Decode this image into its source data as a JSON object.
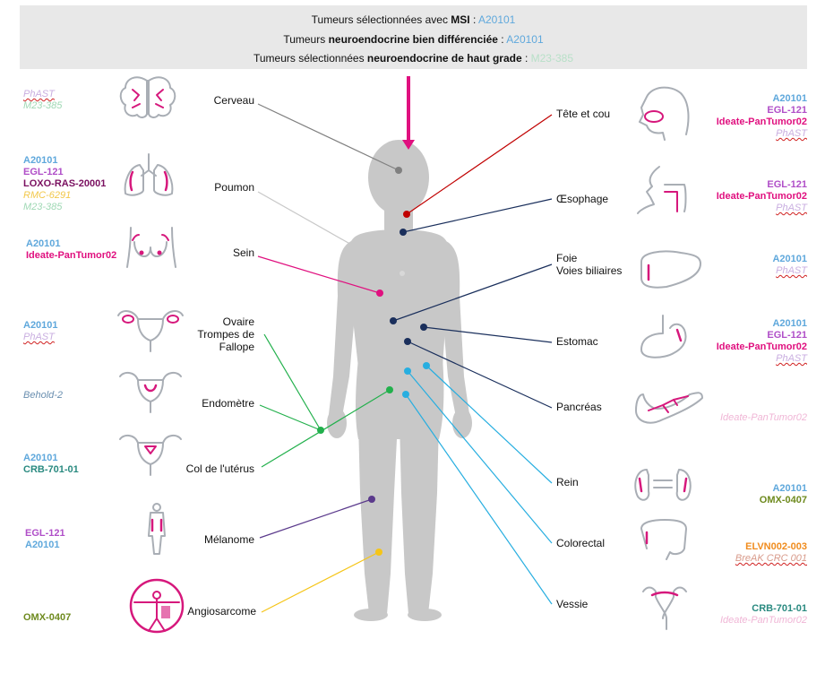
{
  "header": {
    "line1_pre": "Tumeurs sélectionnées avec ",
    "line1_bold": "MSI",
    "line1_sep": " : ",
    "line1_value": "A20101",
    "line2_pre": "Tumeurs ",
    "line2_bold": "neuroendocrine bien différenciée",
    "line2_sep": " : ",
    "line2_value": "A20101",
    "line3_pre": "Tumeurs sélectionnées ",
    "line3_bold": "neuroendocrine de haut grade",
    "line3_sep": " : ",
    "line3_value": "M23-385"
  },
  "colors": {
    "arrow": "#e0107f",
    "body": "#c8c8c8",
    "organ_line": "#a9aeb5",
    "organ_accent": "#d6187c"
  },
  "left_labels": {
    "cerveau": "Cerveau",
    "poumon": "Poumon",
    "sein": "Sein",
    "ovaire": [
      "Ovaire",
      "Trompes de",
      "Fallope"
    ],
    "endometre": "Endomètre",
    "col": "Col de l'utérus",
    "melanome": "Mélanome",
    "angiosarcome": "Angiosarcome"
  },
  "right_labels": {
    "tete": "Tête et cou",
    "oesophage": "Œsophage",
    "foie": [
      "Foie",
      "Voies biliaires"
    ],
    "estomac": "Estomac",
    "pancreas": "Pancréas",
    "rein": "Rein",
    "colorectal": "Colorectal",
    "vessie": "Vessie"
  },
  "left_lists": {
    "cerveau": [
      {
        "text": "PhAST",
        "color": "#c9aee0",
        "style": "i u"
      },
      {
        "text": "M23-385",
        "color": "#9fd8b4",
        "style": "i"
      }
    ],
    "poumon": [
      {
        "text": "A20101",
        "color": "#5fa8dc",
        "style": "b"
      },
      {
        "text": "EGL-121",
        "color": "#b04fc8",
        "style": "b"
      },
      {
        "text": "LOXO-RAS-20001",
        "color": "#7a1060",
        "style": "b"
      },
      {
        "text": "RMC-6291",
        "color": "#f2c84a",
        "style": "i"
      },
      {
        "text": "M23-385",
        "color": "#9fd8b4",
        "style": "i"
      }
    ],
    "sein": [
      {
        "text": "A20101",
        "color": "#5fa8dc",
        "style": "b"
      },
      {
        "text": "Ideate-PanTumor02",
        "color": "#e0107f",
        "style": "b"
      }
    ],
    "ovaire": [
      {
        "text": "A20101",
        "color": "#5fa8dc",
        "style": "b"
      },
      {
        "text": "PhAST",
        "color": "#c9aee0",
        "style": "i u"
      }
    ],
    "endometre": [
      {
        "text": "Behold-2",
        "color": "#6a8fb0",
        "style": "i"
      }
    ],
    "col": [
      {
        "text": "A20101",
        "color": "#5fa8dc",
        "style": "b"
      },
      {
        "text": "CRB-701-01",
        "color": "#2a8a80",
        "style": "b"
      }
    ],
    "melanome": [
      {
        "text": "EGL-121",
        "color": "#b04fc8",
        "style": "b"
      },
      {
        "text": "A20101",
        "color": "#5fa8dc",
        "style": "b"
      }
    ],
    "angiosarcome": [
      {
        "text": "OMX-0407",
        "color": "#6e8a1e",
        "style": "b"
      }
    ]
  },
  "right_lists": {
    "tete": [
      {
        "text": "A20101",
        "color": "#5fa8dc",
        "style": "b"
      },
      {
        "text": "EGL-121",
        "color": "#b04fc8",
        "style": "b"
      },
      {
        "text": "Ideate-PanTumor02",
        "color": "#e0107f",
        "style": "b"
      },
      {
        "text": "PhAST",
        "color": "#c9aee0",
        "style": "i u"
      }
    ],
    "oesophage": [
      {
        "text": "EGL-121",
        "color": "#b04fc8",
        "style": "b"
      },
      {
        "text": "Ideate-PanTumor02",
        "color": "#e0107f",
        "style": "b"
      },
      {
        "text": "PhAST",
        "color": "#c9aee0",
        "style": "i u"
      }
    ],
    "foie": [
      {
        "text": "A20101",
        "color": "#5fa8dc",
        "style": "b"
      },
      {
        "text": "PhAST",
        "color": "#c9aee0",
        "style": "i u"
      }
    ],
    "estomac": [
      {
        "text": "A20101",
        "color": "#5fa8dc",
        "style": "b"
      },
      {
        "text": "EGL-121",
        "color": "#b04fc8",
        "style": "b"
      },
      {
        "text": "Ideate-PanTumor02",
        "color": "#e0107f",
        "style": "b"
      },
      {
        "text": "PhAST",
        "color": "#c9aee0",
        "style": "i u"
      }
    ],
    "pancreas": [
      {
        "text": "Ideate-PanTumor02",
        "color": "#f0b6d6",
        "style": "i"
      }
    ],
    "rein": [
      {
        "text": "A20101",
        "color": "#5fa8dc",
        "style": "b"
      },
      {
        "text": "OMX-0407",
        "color": "#6e8a1e",
        "style": "b"
      }
    ],
    "colorectal": [
      {
        "text": "ELVN002-003",
        "color": "#f08c1e",
        "style": "b"
      },
      {
        "text": "BreAK CRC 001",
        "color": "#d89a8a",
        "style": "i u"
      }
    ],
    "vessie": [
      {
        "text": "CRB-701-01",
        "color": "#2a8a80",
        "style": "b"
      },
      {
        "text": "Ideate-PanTumor02",
        "color": "#f0b6d6",
        "style": "i"
      }
    ]
  },
  "connectors": {
    "cerveau": "#808080",
    "poumon": "#c8c8c8",
    "sein": "#e0107f",
    "ovaire_endometre_col": "#22b04c",
    "melanome": "#5b3a8c",
    "angiosarcome": "#f5c518",
    "tete": "#c00000",
    "oesophage_foie_estomac_pancreas": "#1a2f5c",
    "rein_colorectal_vessie": "#27aee0"
  }
}
